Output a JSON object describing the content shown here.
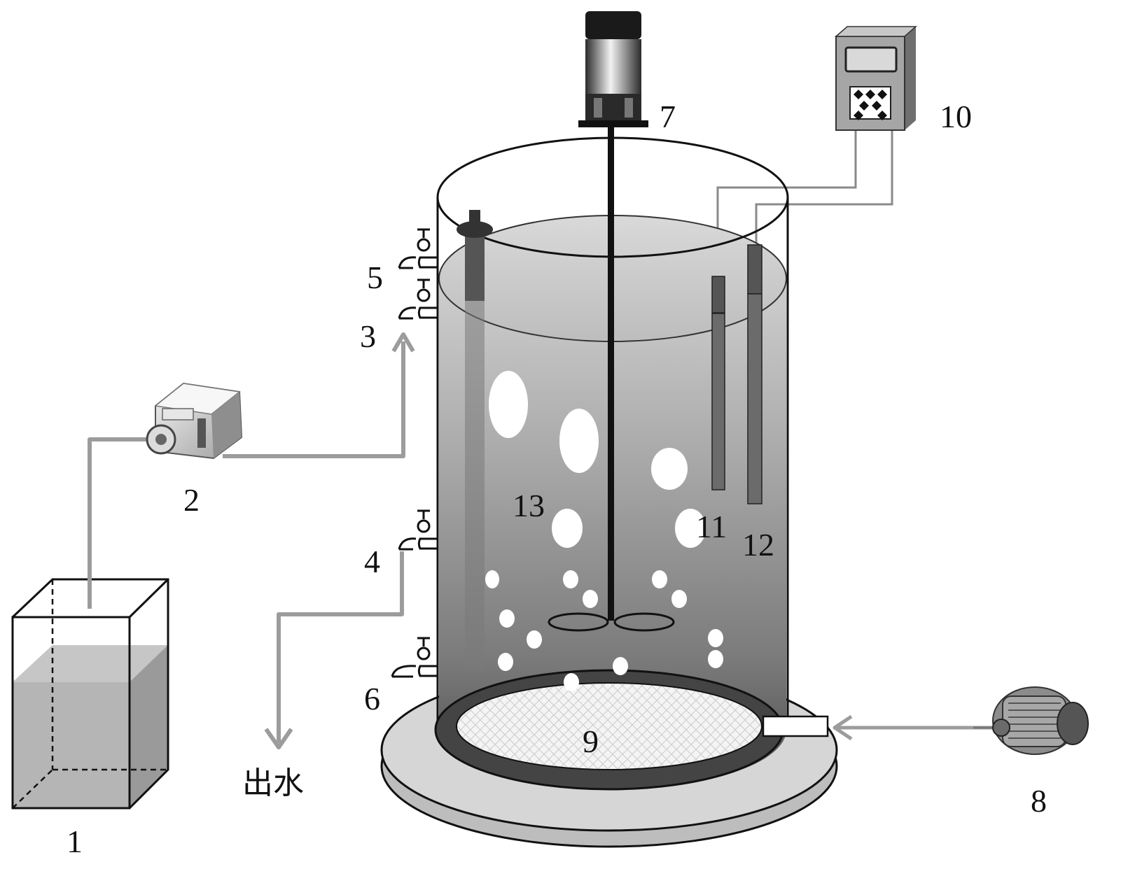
{
  "labels": {
    "l1": "1",
    "l2": "2",
    "l3": "3",
    "l4": "4",
    "l5": "5",
    "l6": "6",
    "l7": "7",
    "l8": "8",
    "l9": "9",
    "l10": "10",
    "l11": "11",
    "l12": "12",
    "l13": "13",
    "outlet": "出水"
  },
  "colors": {
    "pipe": "#9c9c9c",
    "liquid": "#b5b5b5",
    "outline": "#111111",
    "bubble": "#ffffff"
  },
  "icons": {
    "feed_tank": "container-icon",
    "pump": "peristaltic-pump-icon",
    "motor": "stirrer-motor-icon",
    "controller": "controller-box-icon",
    "air_pump": "air-compressor-icon",
    "valve": "faucet-valve-icon"
  }
}
